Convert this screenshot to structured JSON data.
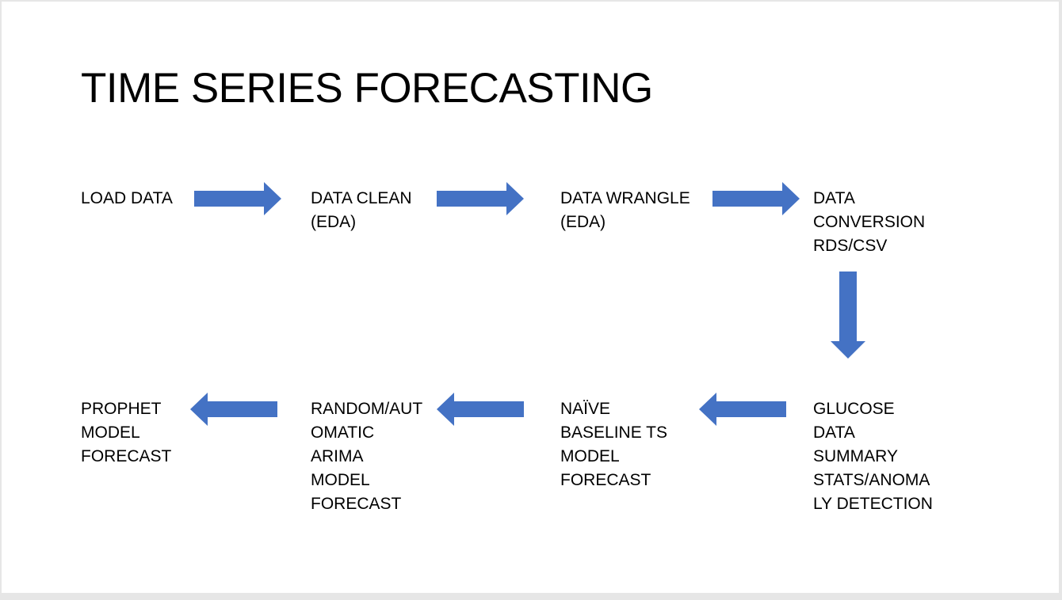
{
  "slide": {
    "title": "TIME SERIES FORECASTING",
    "arrow_color": "#4472C4",
    "steps": [
      {
        "label": "LOAD DATA"
      },
      {
        "label": "DATA CLEAN\n(EDA)"
      },
      {
        "label": "DATA WRANGLE\n(EDA)"
      },
      {
        "label": "DATA\nCONVERSION\nRDS/CSV"
      },
      {
        "label": "GLUCOSE\nDATA\nSUMMARY\nSTATS/ANOMA\nLY DETECTION"
      },
      {
        "label": "NAÏVE\nBASELINE TS\nMODEL\nFORECAST"
      },
      {
        "label": "RANDOM/AUT\nOMATIC\nARIMA\nMODEL\nFORECAST"
      },
      {
        "label": "PROPHET\nMODEL\nFORECAST"
      }
    ],
    "arrows": [
      {
        "direction": "right"
      },
      {
        "direction": "right"
      },
      {
        "direction": "right"
      },
      {
        "direction": "down"
      },
      {
        "direction": "left"
      },
      {
        "direction": "left"
      },
      {
        "direction": "left"
      }
    ]
  }
}
